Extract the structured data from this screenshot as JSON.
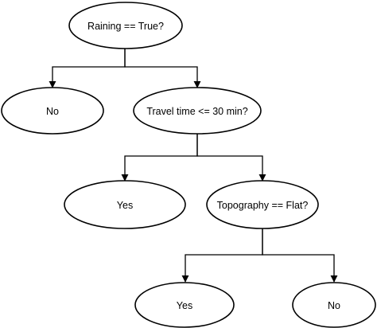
{
  "diagram": {
    "type": "decision-tree",
    "nodes": {
      "root": {
        "label": "Raining == True?"
      },
      "no_rain": {
        "label": "No"
      },
      "travel_time": {
        "label": "Travel time <= 30 min?"
      },
      "yes_short": {
        "label": "Yes"
      },
      "topography": {
        "label": "Topography == Flat?"
      },
      "yes_flat": {
        "label": "Yes"
      },
      "no_flat": {
        "label": "No"
      }
    },
    "edges": [
      {
        "from": "root",
        "to": "no_rain"
      },
      {
        "from": "root",
        "to": "travel_time"
      },
      {
        "from": "travel_time",
        "to": "yes_short"
      },
      {
        "from": "travel_time",
        "to": "topography"
      },
      {
        "from": "topography",
        "to": "yes_flat"
      },
      {
        "from": "topography",
        "to": "no_flat"
      }
    ],
    "colors": {
      "stroke": "#000000",
      "fill": "#ffffff",
      "text": "#000000"
    }
  }
}
